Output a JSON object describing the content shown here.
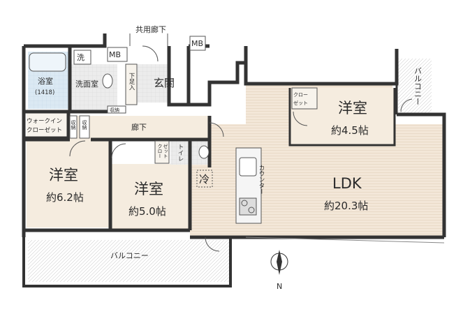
{
  "rooms": {
    "common_corridor": "共用廊下",
    "mb_1": "MB",
    "mb_2": "MB",
    "wash": "洗",
    "bath": "浴室",
    "bath_size": "(1418)",
    "washroom": "洗面室",
    "shoe_closet": "下足入",
    "entrance": "玄関",
    "storage_1": "収納",
    "storage_2": "収納",
    "storage_3": "収納",
    "walk_in_closet_line1": "ウォークイン",
    "walk_in_closet_line2": "クローゼット",
    "hallway": "廊下",
    "closet_a_line1": "クロー",
    "closet_a_line2": "ゼット",
    "closet_b_line1": "クロー",
    "closet_b_line2": "ゼット",
    "toilet": "トイレ",
    "western_1": "洋室",
    "western_1_size": "約6.2帖",
    "western_2": "洋室",
    "western_2_size": "約5.0帖",
    "western_3": "洋室",
    "western_3_size": "約4.5帖",
    "fridge": "冷",
    "counter": "カウンター",
    "ldk": "LDK",
    "ldk_size": "約20.3帖",
    "balcony_bottom": "バルコニー",
    "balcony_right": "バルコニー",
    "north": "N"
  },
  "colors": {
    "wall": "#333333",
    "floor_ldk": "#f3e7d8",
    "floor_room": "#f5ecdf",
    "wet_area": "#dbe9f3",
    "closet_bg": "#f7f3ec",
    "tile": "#e8e8e8"
  }
}
